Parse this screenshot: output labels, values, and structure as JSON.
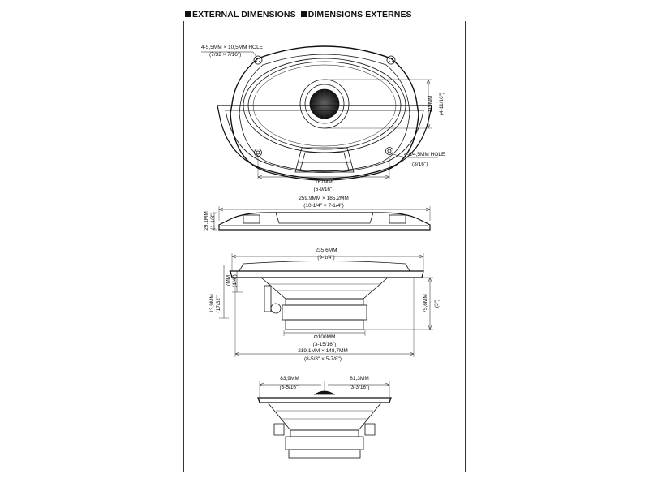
{
  "header": {
    "title_en": "EXTERNAL DIMENSIONS",
    "title_fr": "DIMENSIONS EXTERNES"
  },
  "front_view": {
    "mount_hole_mm": "4-5,5MM × 10,5MM HOLE",
    "mount_hole_in": "(7/32 × 7/16\")",
    "height_mm": "119MM",
    "height_in": "(4-11/16\")",
    "small_hole_mm": "4-Φ4,5MM HOLE",
    "small_hole_in": "(3/16\")",
    "hole_spacing_mm": "167MM",
    "hole_spacing_in": "(6-9/16\")"
  },
  "flange_view": {
    "overall_mm": "259,9MM × 185,2MM",
    "overall_in": "(10-1/4\" × 7-1/4\")",
    "thickness_mm": "29,1MM",
    "thickness_in": "(1-1/8\")"
  },
  "side_view": {
    "width_mm": "235,6MM",
    "width_in": "(9-1/4\")",
    "tweeter_mm": "7MM",
    "tweeter_in": "(1/4\")",
    "mount_depth_mm": "13,9MM",
    "mount_depth_in": "(17/32\")",
    "depth_mm": "75,6MM",
    "depth_in": "(3\")",
    "magnet_mm": "Φ100MM",
    "magnet_in": "(3-15/16\")",
    "cutout_mm": "219,1MM × 148,7MM",
    "cutout_in": "(8-5/8\" × 5-7/8\")"
  },
  "end_view": {
    "left_mm": "83,9MM",
    "left_in": "(3-5/16\")",
    "right_mm": "81,3MM",
    "right_in": "(3-3/16\")"
  }
}
